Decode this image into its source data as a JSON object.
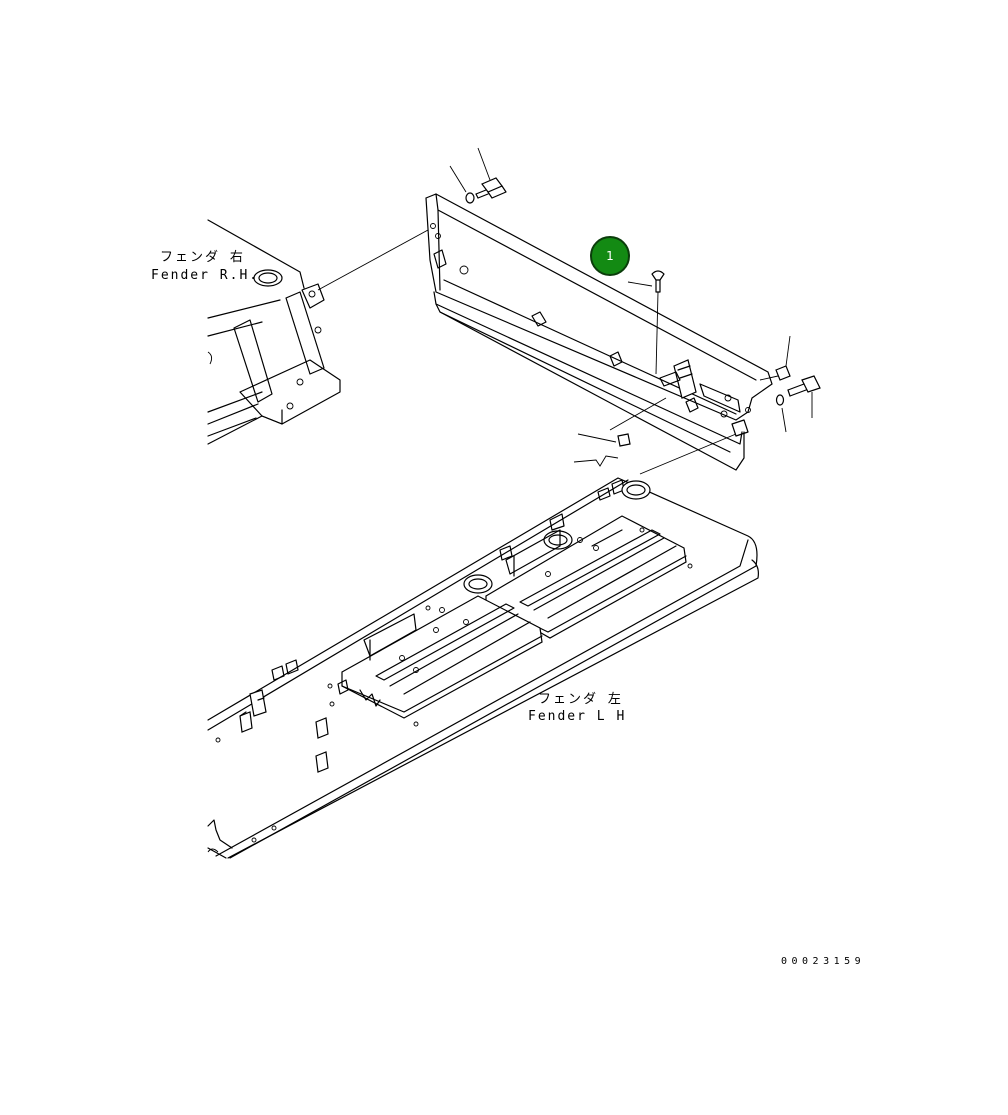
{
  "labels": {
    "fender_rh_jp": "フェンダ 右",
    "fender_rh_en": "Fender R.H.",
    "fender_lh_jp": "フェンダ 左",
    "fender_lh_en": "Fender L H"
  },
  "callout": {
    "number": "1",
    "color": "#138a13"
  },
  "drawing_number": "00023159"
}
